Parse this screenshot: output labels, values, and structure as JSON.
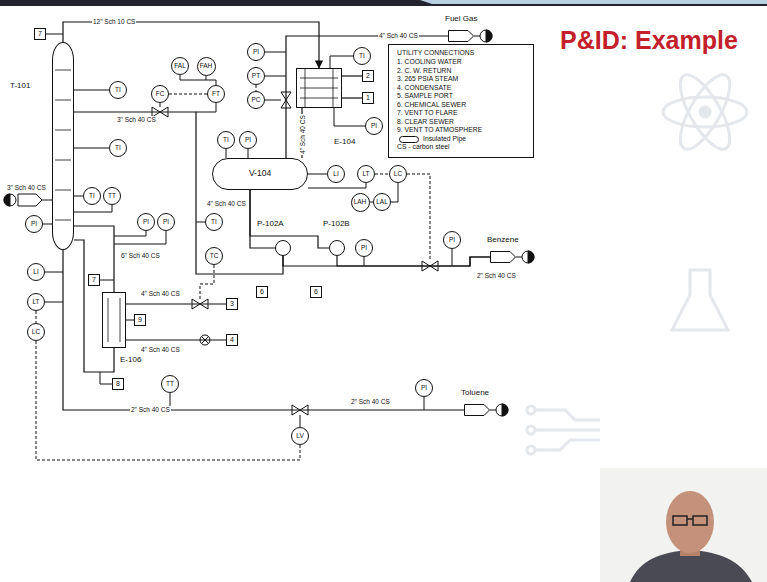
{
  "diagram": {
    "title": "P&ID: Example",
    "nodes": [
      {
        "text": [
          "7"
        ]
      },
      {
        "text": [
          "Fuel Gas"
        ]
      },
      {
        "text": [
          "FAL"
        ]
      },
      {
        "text": [
          "FAH"
        ]
      },
      {
        "text": [
          "PI"
        ]
      },
      {
        "text": [
          "TI"
        ]
      },
      {
        "text": [
          "UTILITY CONNECTIONS",
          "1. COOLING WATER",
          "2. C. W. RETURN",
          "3. 265 PSIA STEAM",
          "4. CONDENSATE",
          "5. SAMPLE PORT",
          "6. CHEMICAL SEWER",
          "7. VENT TO FLARE",
          "8. CLEAR SEWER",
          "9. VENT TO ATMOSPHERE",
          "Insulated Pipe",
          "CS - carbon steel"
        ]
      },
      {
        "text": [
          "E-104"
        ]
      },
      {
        "text": [
          "PT"
        ]
      },
      {
        "text": [
          "2"
        ]
      },
      {
        "text": [
          "T-101"
        ]
      },
      {
        "text": [
          "TI"
        ]
      },
      {
        "text": [
          "FC"
        ]
      },
      {
        "text": [
          "FT"
        ]
      },
      {
        "text": [
          "PC"
        ]
      },
      {
        "text": [
          "1"
        ]
      },
      {
        "text": [
          "PI"
        ]
      },
      {
        "text": [
          "TI"
        ]
      },
      {
        "text": [
          "PI"
        ]
      },
      {
        "text": [
          "TI"
        ]
      },
      {
        "text": [
          "V-104"
        ]
      },
      {
        "text": [
          "LI"
        ]
      },
      {
        "text": [
          "LT"
        ]
      },
      {
        "text": [
          "LC"
        ]
      },
      {
        "text": [
          "TI"
        ]
      },
      {
        "text": [
          "TT"
        ]
      },
      {
        "text": [
          "LAH"
        ]
      },
      {
        "text": [
          "LAL"
        ]
      },
      {
        "text": [
          "PI"
        ]
      },
      {
        "text": [
          "PI"
        ]
      },
      {
        "text": [
          "PI"
        ]
      },
      {
        "text": [
          "TI"
        ]
      },
      {
        "text": [
          "P-102A"
        ]
      },
      {
        "text": [
          "P-102B"
        ]
      },
      {
        "text": [
          "Benzene"
        ]
      },
      {
        "text": [
          "PI"
        ]
      },
      {
        "text": [
          "PI"
        ]
      },
      {
        "text": [
          "TC"
        ]
      },
      {
        "text": [
          "LI"
        ]
      },
      {
        "text": [
          "7"
        ]
      },
      {
        "text": [
          "6"
        ]
      },
      {
        "text": [
          "6"
        ]
      },
      {
        "text": [
          "E-106"
        ]
      },
      {
        "text": [
          "LT"
        ]
      },
      {
        "text": [
          "3"
        ]
      },
      {
        "text": [
          "9"
        ]
      },
      {
        "text": [
          "LC"
        ]
      },
      {
        "text": [
          "4"
        ]
      },
      {
        "text": [
          "8"
        ]
      },
      {
        "text": [
          "TT"
        ]
      },
      {
        "text": [
          "PI"
        ]
      },
      {
        "text": [
          "Toluene"
        ]
      },
      {
        "text": [
          "LV"
        ]
      }
    ],
    "edges": [
      {
        "from": 10,
        "to": 7,
        "arrow": "to",
        "label": "12\" Sch 10 CS"
      },
      {
        "from": 7,
        "to": 20,
        "arrow": "none",
        "label": "4\" Sch 40 CS"
      },
      {
        "from": 20,
        "to": 1,
        "arrow": "none",
        "label": "4\" Sch 40 CS"
      },
      {
        "from": 20,
        "to": 32,
        "arrow": "none",
        "label": "4\" Sch 40 CS"
      },
      {
        "from": 20,
        "to": 33,
        "arrow": "none"
      },
      {
        "from": 32,
        "to": 34,
        "arrow": "none"
      },
      {
        "from": 33,
        "to": 34,
        "arrow": "none"
      },
      {
        "from": 32,
        "to": 10,
        "arrow": "none",
        "label": "3\" Sch 40 CS"
      },
      {
        "from": 10,
        "to": 42,
        "arrow": "none"
      },
      {
        "from": 42,
        "to": 10,
        "arrow": "none",
        "label": "6\" Sch 40 CS"
      },
      {
        "from": 10,
        "to": 51,
        "arrow": "none",
        "label": "2\" Sch 40 CS"
      },
      {
        "from": 44,
        "to": 42,
        "arrow": "none",
        "label": "4\" Sch 40 CS"
      },
      {
        "from": 42,
        "to": 47,
        "arrow": "none",
        "label": "4\" Sch 40 CS"
      },
      {
        "from": 15,
        "to": 7,
        "arrow": "none"
      },
      {
        "from": 7,
        "to": 9,
        "arrow": "none"
      },
      {
        "from": 22,
        "to": 23,
        "arrow": "none"
      },
      {
        "from": 43,
        "to": 46,
        "arrow": "none"
      },
      {
        "from": 46,
        "to": 52,
        "arrow": "none"
      },
      {
        "from": 13,
        "to": 12,
        "arrow": "none"
      },
      {
        "from": 8,
        "to": 14,
        "arrow": "none"
      }
    ],
    "labels": [
      "3\" Sch 40 CS",
      "2\" Sch 40 CS",
      "2\" Sch 40 CS"
    ]
  }
}
